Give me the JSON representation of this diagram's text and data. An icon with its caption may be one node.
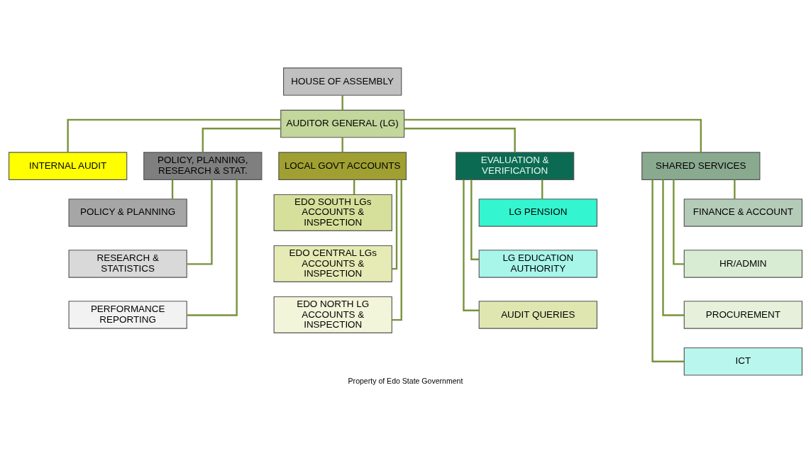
{
  "diagram": {
    "caption": "Property of Edo State Government",
    "nodes": [
      {
        "text": [
          "HOUSE OF ASSEMBLY"
        ]
      },
      {
        "text": [
          "AUDITOR GENERAL (LG)"
        ]
      },
      {
        "text": [
          "INTERNAL AUDIT"
        ]
      },
      {
        "text": [
          "POLICY, PLANNING, RESEARCH & STAT."
        ]
      },
      {
        "text": [
          "LOCAL GOVT ACCOUNTS"
        ]
      },
      {
        "text": [
          "EVALUATION & VERIFICATION"
        ]
      },
      {
        "text": [
          "SHARED SERVICES"
        ]
      },
      {
        "text": [
          "POLICY & PLANNING"
        ]
      },
      {
        "text": [
          "RESEARCH & STATISTICS"
        ]
      },
      {
        "text": [
          "PERFORMANCE REPORTING"
        ]
      },
      {
        "text": [
          "EDO SOUTH LGs ACCOUNTS & INSPECTION"
        ]
      },
      {
        "text": [
          "EDO CENTRAL LGs ACCOUNTS & INSPECTION"
        ]
      },
      {
        "text": [
          "EDO NORTH LG ACCOUNTS & INSPECTION"
        ]
      },
      {
        "text": [
          "LG PENSION"
        ]
      },
      {
        "text": [
          "LG EDUCATION AUTHORITY"
        ]
      },
      {
        "text": [
          "AUDIT QUERIES"
        ]
      },
      {
        "text": [
          "FINANCE & ACCOUNT"
        ]
      },
      {
        "text": [
          "HR/ADMIN"
        ]
      },
      {
        "text": [
          "PROCUREMENT"
        ]
      },
      {
        "text": [
          "ICT"
        ]
      }
    ],
    "edges": [
      {
        "from": 0,
        "to": 1,
        "arrow": "none"
      },
      {
        "from": 1,
        "to": 2,
        "arrow": "none"
      },
      {
        "from": 1,
        "to": 3,
        "arrow": "none"
      },
      {
        "from": 1,
        "to": 4,
        "arrow": "none"
      },
      {
        "from": 1,
        "to": 5,
        "arrow": "none"
      },
      {
        "from": 1,
        "to": 6,
        "arrow": "none"
      },
      {
        "from": 3,
        "to": 7,
        "arrow": "none"
      },
      {
        "from": 3,
        "to": 8,
        "arrow": "none"
      },
      {
        "from": 3,
        "to": 9,
        "arrow": "none"
      },
      {
        "from": 4,
        "to": 10,
        "arrow": "none"
      },
      {
        "from": 4,
        "to": 11,
        "arrow": "none"
      },
      {
        "from": 4,
        "to": 12,
        "arrow": "none"
      },
      {
        "from": 5,
        "to": 13,
        "arrow": "none"
      },
      {
        "from": 5,
        "to": 14,
        "arrow": "none"
      },
      {
        "from": 5,
        "to": 15,
        "arrow": "none"
      },
      {
        "from": 6,
        "to": 16,
        "arrow": "none"
      },
      {
        "from": 6,
        "to": 17,
        "arrow": "none"
      },
      {
        "from": 6,
        "to": 18,
        "arrow": "none"
      },
      {
        "from": 6,
        "to": 19,
        "arrow": "none"
      }
    ]
  }
}
